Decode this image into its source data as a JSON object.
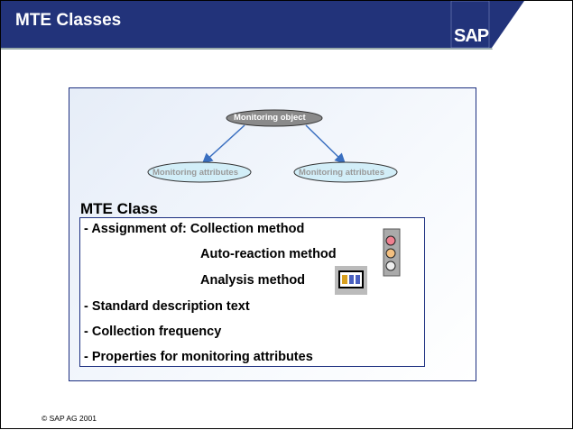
{
  "header": {
    "title": "MTE Classes",
    "logo": "SAP"
  },
  "diagram": {
    "root": "Monitoring object",
    "children": [
      "Monitoring attributes",
      "Monitoring attributes"
    ]
  },
  "mte": {
    "heading": "MTE Class",
    "lines": [
      "- Assignment of: Collection method",
      "Auto-reaction method",
      "Analysis method",
      "- Standard description text",
      "- Collection frequency",
      "- Properties for monitoring attributes"
    ]
  },
  "icons": [
    "traffic-light-icon",
    "analysis-tool-icon"
  ],
  "footer": {
    "copyright": "© SAP AG 2001"
  }
}
